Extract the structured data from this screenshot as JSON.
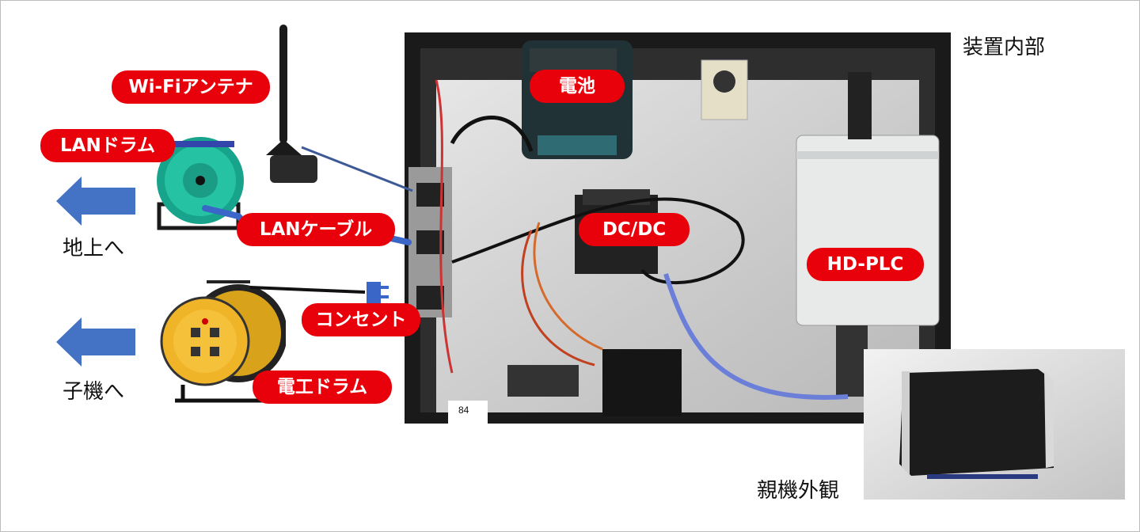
{
  "labels": {
    "wifi_antenna": "Wi-Fiアンテナ",
    "lan_drum": "LANドラム",
    "lan_cable": "LANケーブル",
    "outlet": "コンセント",
    "power_drum": "電工ドラム",
    "battery": "電池",
    "dcdc": "DC/DC",
    "hdplc": "HD-PLC",
    "device_interior": "装置内部",
    "parent_exterior": "親機外観",
    "to_ground": "地上へ",
    "to_child": "子機へ",
    "photo_tag": "84"
  },
  "colors": {
    "label_red": "#e8000a",
    "arrow_blue": "#4472c4",
    "cable_blue": "#3a66c8",
    "panel_bg": "#d9d9d9"
  },
  "icons": [
    "arrow-left-icon",
    "arrow-left-icon"
  ]
}
